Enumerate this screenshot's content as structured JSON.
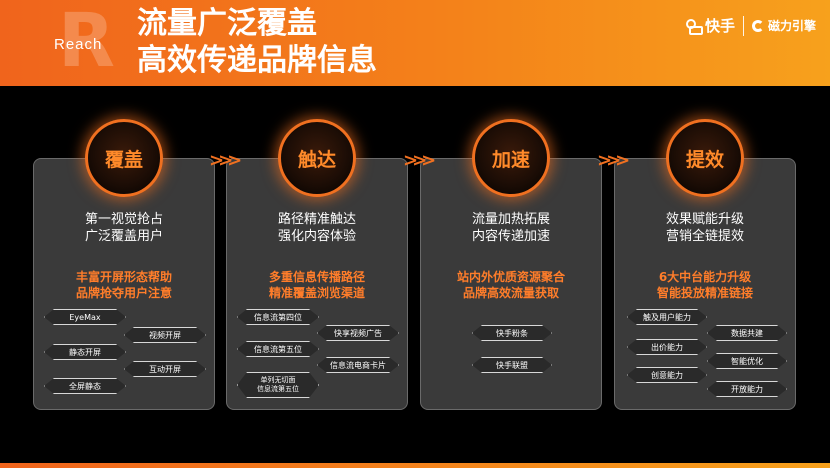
{
  "header": {
    "watermark_letter": "R",
    "reach": "Reach",
    "title_line1": "流量广泛覆盖",
    "title_line2": "高效传递品牌信息",
    "logo_kuaishou": "快手",
    "logo_cili": "磁力引擎"
  },
  "arrows": ">>>",
  "columns": [
    {
      "badge": "覆盖",
      "desc": [
        "第一视觉抢占",
        "广泛覆盖用户"
      ],
      "highlight": [
        "丰富开屏形态帮助",
        "品牌抢夺用户注意"
      ],
      "tags": [
        "EyeMax",
        "视频开屏",
        "静态开屏",
        "互动开屏",
        "全屏静态"
      ]
    },
    {
      "badge": "触达",
      "desc": [
        "路径精准触达",
        "强化内容体验"
      ],
      "highlight": [
        "多重信息传播路径",
        "精准覆盖浏览渠道"
      ],
      "tags": [
        "信息流第四位",
        "快享视频广告",
        "信息流第五位",
        "信息流电商卡片",
        "单列无切面\n信息流第五位"
      ]
    },
    {
      "badge": "加速",
      "desc": [
        "流量加热拓展",
        "内容传递加速"
      ],
      "highlight": [
        "站内外优质资源聚合",
        "品牌高效流量获取"
      ],
      "tags": [
        "快手粉条",
        "快手联盟"
      ]
    },
    {
      "badge": "提效",
      "desc": [
        "效果赋能升级",
        "营销全链提效"
      ],
      "highlight": [
        "6大中台能力升级",
        "智能投放精准链接"
      ],
      "tags": [
        "触及用户能力",
        "数据共建",
        "出价能力",
        "智能优化",
        "创意能力",
        "开放能力"
      ]
    }
  ],
  "colors": {
    "accent": "#f07020",
    "header_start": "#f0641c",
    "header_end": "#f7a11c",
    "card_bg": "#3a3a3a"
  }
}
